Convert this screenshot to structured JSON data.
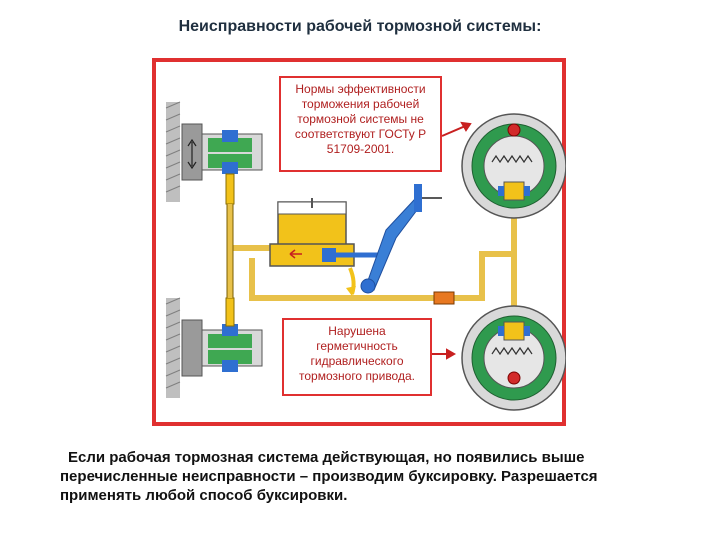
{
  "title": "Неисправности рабочей тормозной системы:",
  "notes": {
    "efficiency": "Нормы эффективности торможения рабочей тормозной системы не соответствуют ГОСТу Р 51709-2001.",
    "leak": "Нарушена герметичность гидравлического тормозного привода."
  },
  "footer": {
    "line1": "Если рабочая тормозная система действующая, но появились выше",
    "line2": "перечисленные неисправности – производим буксировку. Разрешается",
    "line3": "применять любой способ буксировки."
  },
  "colors": {
    "frame": "#e03030",
    "fluid": "#f2c21a",
    "pipe": "#e8c14a",
    "piston": "#2f6fd1",
    "drum": "#2f9a4e",
    "arrow": "#c82020"
  }
}
